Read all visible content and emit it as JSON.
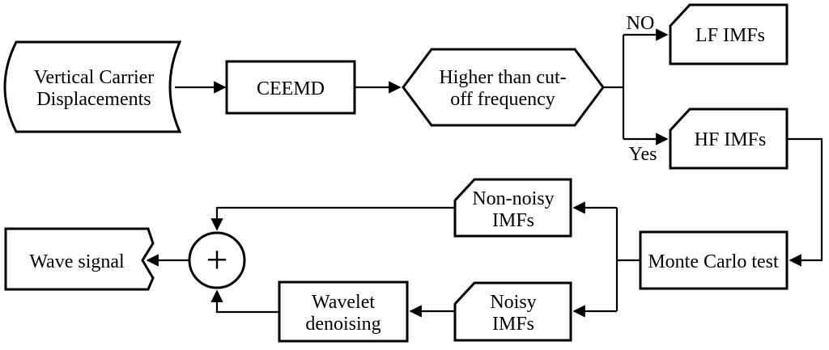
{
  "nodes": {
    "source": {
      "line1": "Vertical Carrier",
      "line2": "Displacements"
    },
    "ceemd": {
      "label": "CEEMD"
    },
    "decision": {
      "line1": "Higher than cut-",
      "line2": "off frequency"
    },
    "lf_imfs": {
      "label": "LF IMFs"
    },
    "hf_imfs": {
      "label": "HF IMFs"
    },
    "monte_carlo": {
      "label": "Monte Carlo test"
    },
    "non_noisy": {
      "line1": "Non-noisy",
      "line2": "IMFs"
    },
    "noisy": {
      "line1": "Noisy",
      "line2": "IMFs"
    },
    "wavelet": {
      "line1": "Wavelet",
      "line2": "denoising"
    },
    "sum": {
      "symbol": "+"
    },
    "wave_signal": {
      "label": "Wave signal"
    }
  },
  "branch_labels": {
    "no": "NO",
    "yes": "Yes"
  },
  "colors": {
    "stroke": "#000000",
    "fill": "#ffffff",
    "background": "#ffffff"
  }
}
